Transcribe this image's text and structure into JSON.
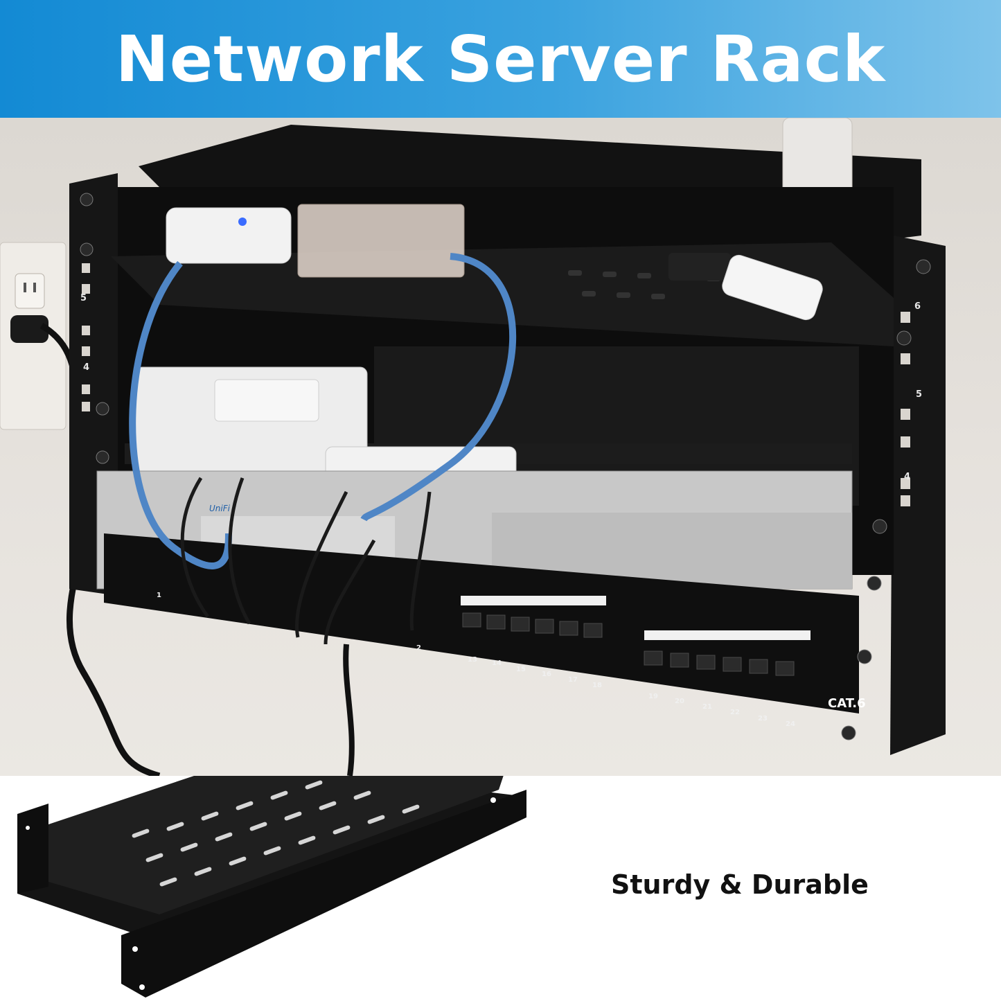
{
  "banner": {
    "title": "Network Server Rack"
  },
  "caption": "Sturdy & Durable",
  "rack": {
    "unit_labels_left": [
      "5",
      "4"
    ],
    "unit_labels_right": [
      "6",
      "5",
      "4"
    ],
    "patch_panel_label": "CAT.6",
    "port_numbers": [
      "1",
      "2",
      "13",
      "14",
      "15",
      "16",
      "17",
      "18",
      "19",
      "20",
      "21",
      "22",
      "23",
      "24"
    ],
    "switch_brand": "UniFi"
  },
  "colors": {
    "banner_start": "#138ad4",
    "banner_end": "#7ec3ea",
    "rack_black": "#111111",
    "cable_blue": "#4f86c6"
  }
}
